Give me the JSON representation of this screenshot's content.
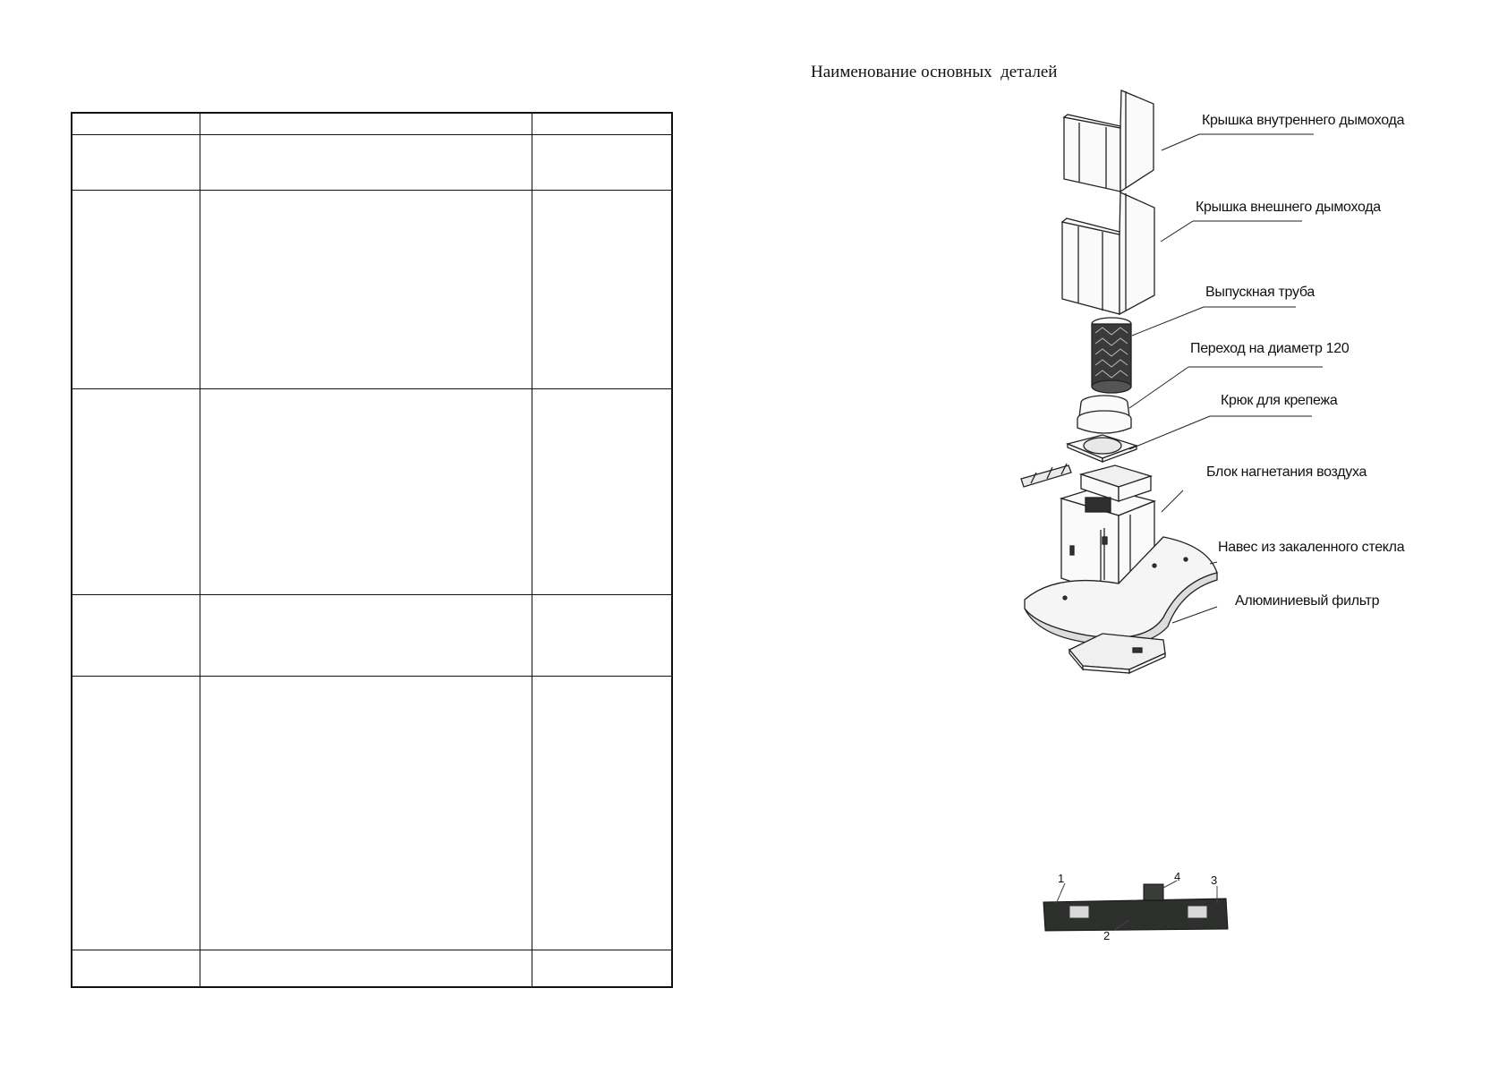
{
  "table": {
    "columns": [
      "",
      "",
      ""
    ],
    "rows": 6
  },
  "parts": {
    "title": "Наименование основных  деталей",
    "labels": [
      "Крышка внутреннего дымохода",
      "Крышка внешнего дымохода",
      "Выпускная труба",
      "Переход на диаметр 120",
      "Крюк для крепежа",
      "Блок нагнетания воздуха",
      "Навес из закаленного стекла",
      "Алюминиевый фильтр"
    ]
  },
  "bracket": {
    "numbers": [
      "1",
      "2",
      "3",
      "4"
    ]
  }
}
